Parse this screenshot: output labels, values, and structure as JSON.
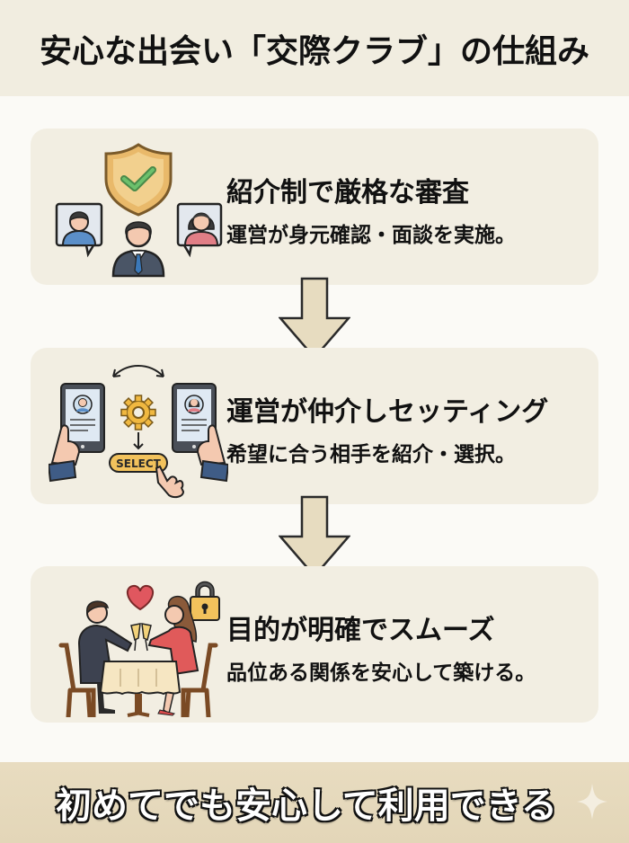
{
  "header": {
    "title": "安心な出会い「交際クラブ」の仕組み"
  },
  "steps": [
    {
      "title": "紹介制で厳格な審査",
      "description": "運営が身元確認・面談を実施。",
      "illustration": "verified-screening-illustration",
      "icons": [
        "shield-check-icon",
        "man-profile-icon",
        "woman-profile-icon",
        "staff-businessman-icon"
      ]
    },
    {
      "title": "運営が仲介しセッティング",
      "description": "希望に合う相手を紹介・選択。",
      "illustration": "matching-tablets-illustration",
      "icons": [
        "tablet-man-profile-icon",
        "tablet-woman-profile-icon",
        "gear-icon",
        "swap-arrow-icon",
        "pointing-hand-icon"
      ],
      "select_label": "SELECT"
    },
    {
      "title": "目的が明確でスムーズ",
      "description": "品位ある関係を安心して築ける。",
      "illustration": "dinner-date-illustration",
      "icons": [
        "heart-icon",
        "padlock-icon",
        "champagne-toast-icon"
      ]
    }
  ],
  "connectors": [
    "down-arrow-icon",
    "down-arrow-icon"
  ],
  "footer": {
    "message": "初めてでも安心して利用できる",
    "decoration": "sparkle-icon"
  },
  "colors": {
    "header_bg": "#f1ede0",
    "card_bg": "#f2eee2",
    "page_bg": "#fbfaf6",
    "footer_bg": "#e6d9bc",
    "arrow_fill": "#e7dcc0",
    "shield_gold": "#e9b96a",
    "check_green": "#5aa55a",
    "select_badge": "#f2c25c",
    "heart_red": "#e0575f"
  }
}
